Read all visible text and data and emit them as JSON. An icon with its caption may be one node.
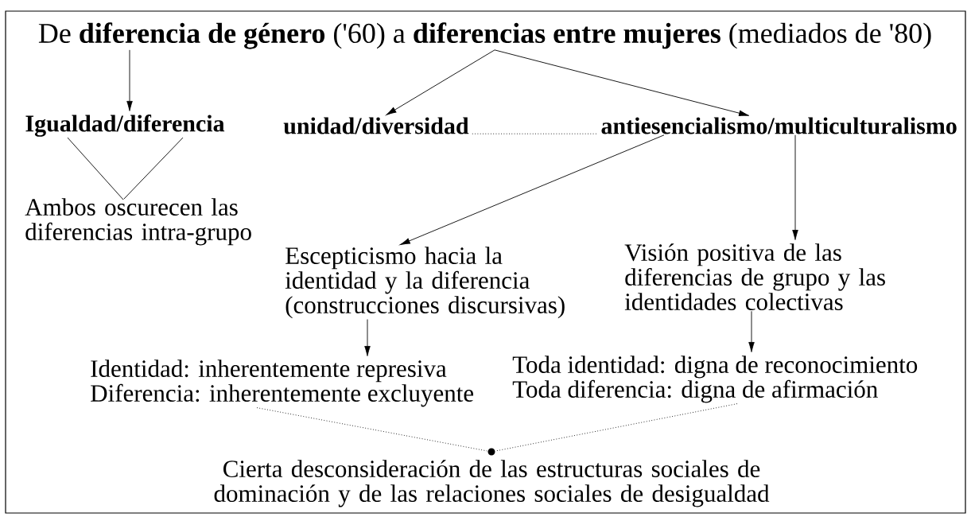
{
  "diagram": {
    "nodes": [
      {
        "text": [
          "De **diferencia de género** ('60) a **diferencias entre mujeres** (mediados de '80)"
        ]
      },
      {
        "text": [
          "Igualdad/diferencia"
        ]
      },
      {
        "text": [
          "unidad/diversidad"
        ]
      },
      {
        "text": [
          "antiesencialismo/multiculturalismo"
        ]
      },
      {
        "text": [
          "Ambos oscurecen las diferencias intra-grupo"
        ]
      },
      {
        "text": [
          "Escepticismo hacia la identidad y la diferencia (construcciones discursivas)"
        ]
      },
      {
        "text": [
          "Visión positiva de las diferencias de grupo y las identidades colectivas"
        ]
      },
      {
        "text": [
          "Identidad: inherentemente represiva",
          "Diferencia: inherentemente excluyente"
        ]
      },
      {
        "text": [
          "Toda identidad: digna de reconocimiento",
          "Toda diferencia: digna de afirmación"
        ]
      },
      {
        "text": [],
        "shape": "circle"
      },
      {
        "text": [
          "Cierta desconsideración de las estructuras sociales de dominación y de las relaciones sociales de desigualdad"
        ]
      }
    ],
    "edges": [
      {
        "from": 0,
        "to": 1,
        "arrow": "to"
      },
      {
        "from": 0,
        "to": 2,
        "arrow": "to"
      },
      {
        "from": 0,
        "to": 3,
        "arrow": "to"
      },
      {
        "from": 2,
        "to": 3,
        "arrow": "none",
        "style": "dashed"
      },
      {
        "from": 1,
        "to": 4,
        "arrow": "none"
      },
      {
        "from": 3,
        "to": 5,
        "arrow": "to"
      },
      {
        "from": 3,
        "to": 6,
        "arrow": "to"
      },
      {
        "from": 5,
        "to": 7,
        "arrow": "to"
      },
      {
        "from": 6,
        "to": 8,
        "arrow": "to"
      },
      {
        "from": 7,
        "to": 9,
        "arrow": "none",
        "style": "dashed"
      },
      {
        "from": 8,
        "to": 9,
        "arrow": "none",
        "style": "dashed"
      }
    ]
  }
}
